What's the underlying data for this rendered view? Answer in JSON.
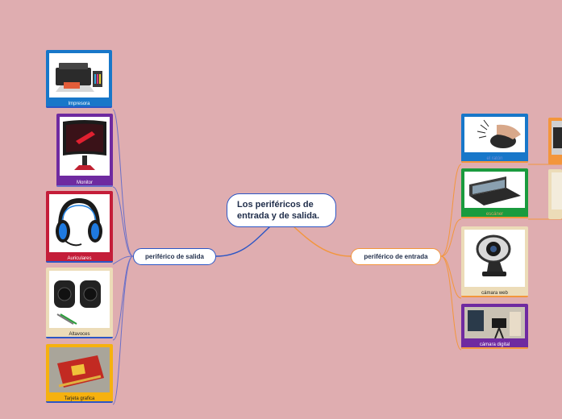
{
  "root": {
    "title": "Los periféricos de entrada y de salida."
  },
  "branches": {
    "output": {
      "label": "periférico de salida",
      "color": "#2c56c5"
    },
    "input": {
      "label": "periférico de entrada",
      "color": "#f3963c"
    }
  },
  "output_items": [
    {
      "label": "Impresora",
      "color": "#1877c9",
      "icon": "printer-icon"
    },
    {
      "label": "Monitor",
      "color": "#6f2aa0",
      "icon": "monitor-icon"
    },
    {
      "label": "Auriculares",
      "color": "#c41d39",
      "icon": "headset-icon"
    },
    {
      "label": "Altavoces",
      "color": "#ecdcb8",
      "icon": "speakers-icon"
    },
    {
      "label": "Tarjeta grafica",
      "color": "#f6b10f",
      "icon": "graphics-card-icon"
    }
  ],
  "input_items": [
    {
      "label": "el ratón",
      "color": "#1877c9",
      "icon": "mouse-icon"
    },
    {
      "label": "escáner",
      "color": "#1a9b3e",
      "icon": "scanner-icon"
    },
    {
      "label": "cámara web",
      "color": "#ecdcb8",
      "icon": "webcam-icon"
    },
    {
      "label": "cámara digital",
      "color": "#6f2aa0",
      "icon": "digital-camera-icon"
    }
  ],
  "partial_items": [
    {
      "color": "#f3963c",
      "icon": "keyboard-icon"
    },
    {
      "color": "#ecdcb8",
      "icon": "blank-card-icon"
    }
  ]
}
